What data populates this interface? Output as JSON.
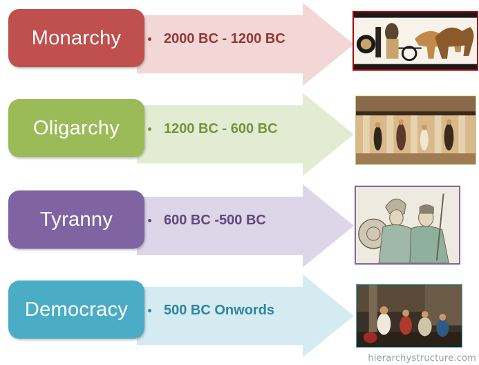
{
  "stages": [
    {
      "label": "Monarchy",
      "period": "2000 BC - 1200 BC",
      "pill_color": "#c0504d",
      "arrow_color": "#f2d7d6",
      "text_color": "#953735",
      "image": "greek-chariot-vase-painting"
    },
    {
      "label": "Oligarchy",
      "period": "1200 BC - 600 BC",
      "pill_color": "#9bbb59",
      "arrow_color": "#e3ecd2",
      "text_color": "#76923c",
      "image": "ancient-greek-temple-scene"
    },
    {
      "label": "Tyranny",
      "period": "600 BC -500 BC",
      "pill_color": "#8064a2",
      "arrow_color": "#ddd5e8",
      "text_color": "#5f497a",
      "image": "greek-warriors-sketch"
    },
    {
      "label": "Democracy",
      "period": "500 BC Onwords",
      "pill_color": "#4bacc6",
      "arrow_color": "#d4ebf2",
      "text_color": "#31859c",
      "image": "death-of-socrates-painting"
    }
  ],
  "watermark": "hierarchystructure.com"
}
